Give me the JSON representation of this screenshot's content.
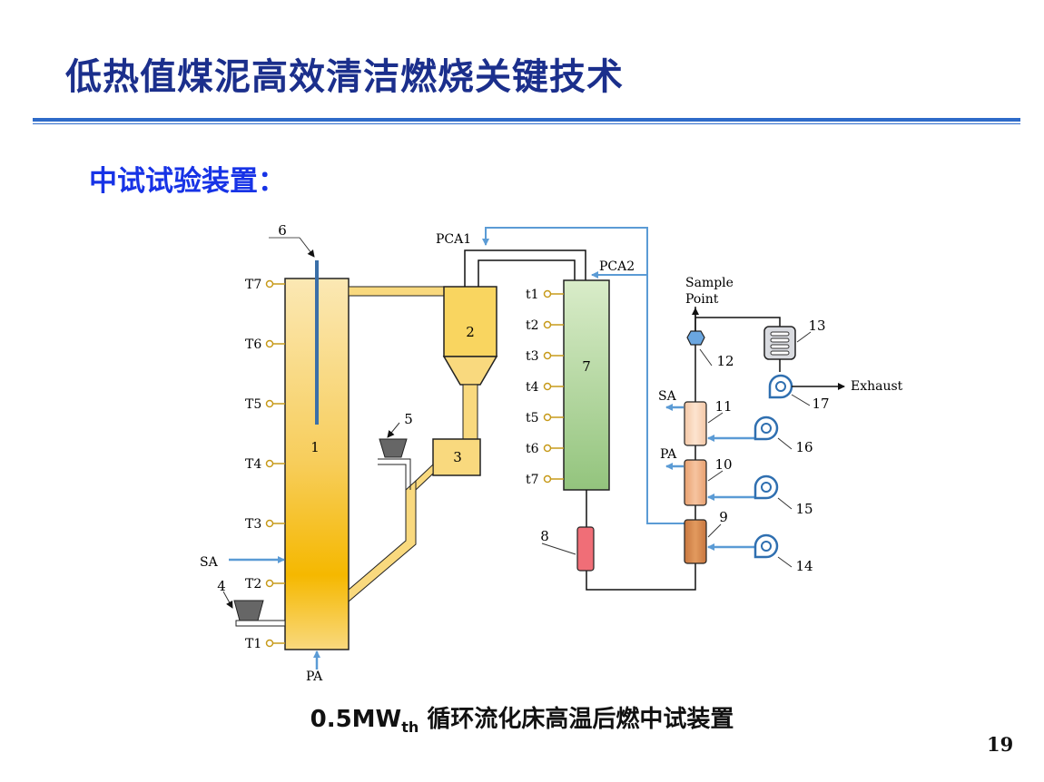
{
  "slide": {
    "title": "低热值煤泥高效清洁燃烧关键技术",
    "subtitle": "中试试验装置：",
    "caption": {
      "main": "0.5MW",
      "sub": "th",
      "rest": " 循环流化床高温后燃中试装置"
    },
    "page_number": "19"
  },
  "diagram": {
    "riser": {
      "number": "1",
      "thermocouples": [
        "T7",
        "T6",
        "T5",
        "T4",
        "T3",
        "T2",
        "T1"
      ],
      "inlets": [
        "SA",
        "PA"
      ]
    },
    "cyclone": {
      "number": "2"
    },
    "loop_seal": {
      "number": "3"
    },
    "coal_feeder_1": {
      "number": "4"
    },
    "coal_feeder_2": {
      "number": "5"
    },
    "probe": {
      "number": "6"
    },
    "post_combustor": {
      "number": "7",
      "thermocouples": [
        "t1",
        "t2",
        "t3",
        "t4",
        "t5",
        "t6",
        "t7"
      ]
    },
    "component_8": {
      "number": "8"
    },
    "air_lines": [
      "PCA1",
      "PCA2"
    ],
    "preheaters": [
      {
        "number": "9"
      },
      {
        "number": "10",
        "outlet": "PA"
      },
      {
        "number": "11",
        "outlet": "SA"
      }
    ],
    "filter": {
      "number": "12"
    },
    "cooler": {
      "number": "13"
    },
    "fans": [
      "14",
      "15",
      "16",
      "17"
    ],
    "sample_point": [
      "Sample",
      "Point"
    ],
    "exhaust": "Exhaust"
  },
  "colors": {
    "title": "#1b2f8c",
    "subtitle": "#1733e6",
    "rule": "#2e6bc9",
    "air_line": "#5b9bd5",
    "riser": "#f5b800",
    "post_combustor": "#a9d18e"
  }
}
